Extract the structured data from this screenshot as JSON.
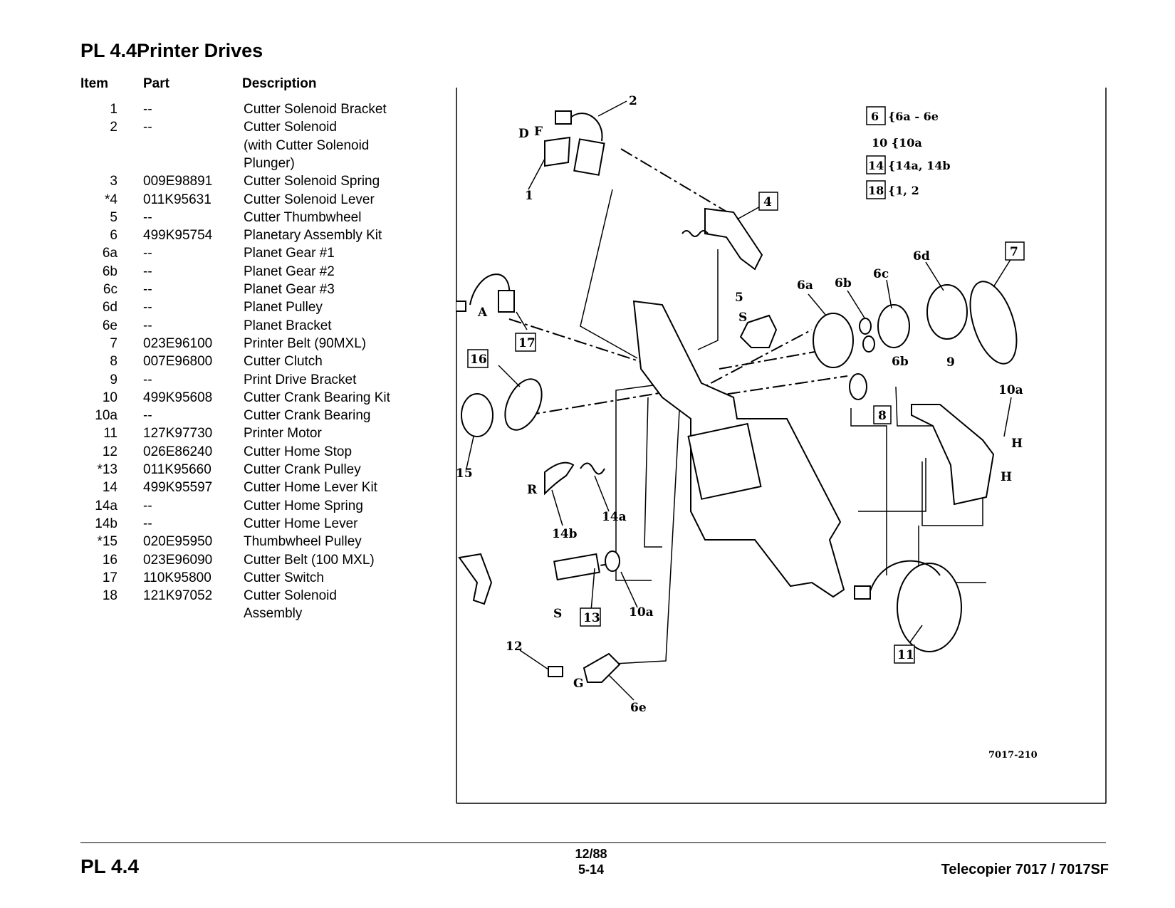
{
  "page": {
    "title": "PL 4.4Printer Drives",
    "columns": {
      "item": "Item",
      "part": "Part",
      "description": "Description"
    }
  },
  "rows": [
    {
      "item": "1",
      "part": "--",
      "desc": [
        "Cutter Solenoid Bracket"
      ]
    },
    {
      "item": "2",
      "part": "--",
      "desc": [
        "Cutter Solenoid",
        "(with Cutter Solenoid",
        "Plunger)"
      ]
    },
    {
      "item": "3",
      "part": "009E98891",
      "desc": [
        "Cutter Solenoid Spring"
      ]
    },
    {
      "item": "*4",
      "part": "011K95631",
      "desc": [
        "Cutter Solenoid Lever"
      ]
    },
    {
      "item": "5",
      "part": "--",
      "desc": [
        "Cutter Thumbwheel"
      ]
    },
    {
      "item": "6",
      "part": "499K95754",
      "desc": [
        "Planetary Assembly Kit"
      ]
    },
    {
      "item": "6a",
      "part": "--",
      "desc": [
        "Planet Gear #1"
      ]
    },
    {
      "item": "6b",
      "part": "--",
      "desc": [
        "Planet Gear #2"
      ]
    },
    {
      "item": "6c",
      "part": "--",
      "desc": [
        "Planet Gear #3"
      ]
    },
    {
      "item": "6d",
      "part": "--",
      "desc": [
        "Planet Pulley"
      ]
    },
    {
      "item": "6e",
      "part": "--",
      "desc": [
        "Planet Bracket"
      ]
    },
    {
      "item": "7",
      "part": "023E96100",
      "desc": [
        "Printer Belt (90MXL)"
      ]
    },
    {
      "item": "8",
      "part": "007E96800",
      "desc": [
        "Cutter Clutch"
      ]
    },
    {
      "item": "9",
      "part": "--",
      "desc": [
        "Print Drive Bracket"
      ]
    },
    {
      "item": "10",
      "part": "499K95608",
      "desc": [
        "Cutter Crank Bearing Kit"
      ]
    },
    {
      "item": "10a",
      "part": "--",
      "desc": [
        "Cutter Crank Bearing"
      ]
    },
    {
      "item": "11",
      "part": "127K97730",
      "desc": [
        "Printer Motor"
      ]
    },
    {
      "item": "12",
      "part": "026E86240",
      "desc": [
        "Cutter Home Stop"
      ]
    },
    {
      "item": "*13",
      "part": "011K95660",
      "desc": [
        "Cutter Crank Pulley"
      ]
    },
    {
      "item": "14",
      "part": "499K95597",
      "desc": [
        "Cutter Home Lever Kit"
      ]
    },
    {
      "item": "14a",
      "part": "--",
      "desc": [
        "Cutter Home Spring"
      ]
    },
    {
      "item": "14b",
      "part": "--",
      "desc": [
        "Cutter Home Lever"
      ]
    },
    {
      "item": "*15",
      "part": "020E95950",
      "desc": [
        "Thumbwheel Pulley"
      ]
    },
    {
      "item": "16",
      "part": "023E96090",
      "desc": [
        "Cutter Belt (100 MXL)"
      ]
    },
    {
      "item": "17",
      "part": "110K95800",
      "desc": [
        "Cutter Switch"
      ]
    },
    {
      "item": "18",
      "part": "121K97052",
      "desc": [
        "Cutter Solenoid",
        "Assembly"
      ]
    }
  ],
  "diagram": {
    "legend": [
      {
        "box": "6",
        "text": "{6a - 6e"
      },
      {
        "box": "",
        "text": "10 {10a"
      },
      {
        "box": "14",
        "text": "{14a, 14b"
      },
      {
        "box": "18",
        "text": "{1, 2"
      }
    ],
    "callouts": {
      "c2": "2",
      "cD": "D",
      "cF": "F",
      "c1": "1",
      "c4": "4",
      "c7": "7",
      "c6d": "6d",
      "c6c": "6c",
      "c6b": "6b",
      "c6a": "6a",
      "c5": "5",
      "cS1": "S",
      "cA": "A",
      "c17": "17",
      "c16": "16",
      "c6b2": "6b",
      "c9": "9",
      "c10a1": "10a",
      "c8": "8",
      "cH1": "H",
      "cH2": "H",
      "c15": "15",
      "cR": "R",
      "c14a": "14a",
      "c14b": "14b",
      "cS2": "S",
      "c13": "13",
      "c10a2": "10a",
      "c11": "11",
      "c12": "12",
      "cG": "G",
      "c6e": "6e"
    },
    "figure_id": "7017-210"
  },
  "footer": {
    "left": "PL 4.4",
    "date": "12/88",
    "page": "5-14",
    "right": "Telecopier 7017 / 7017SF"
  }
}
